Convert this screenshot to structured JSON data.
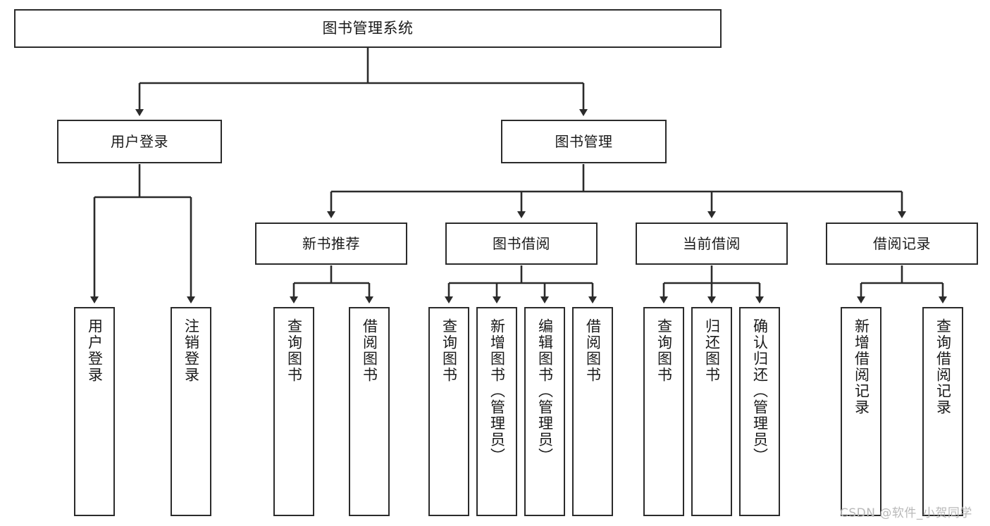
{
  "diagram": {
    "title": "图书管理系统",
    "type": "tree",
    "watermark": "CSDN @软件_小贺同学",
    "colors": {
      "box_border": "#2b2b2b",
      "box_fill": "#ffffff",
      "connector": "#2b2b2b",
      "text": "#1a1a1a",
      "watermark": "#b9b9b9",
      "background": "#ffffff"
    },
    "nodes": {
      "root": {
        "label": "图书管理系统"
      },
      "level2": [
        {
          "id": "user-login",
          "label": "用户登录"
        },
        {
          "id": "book-manage",
          "label": "图书管理"
        }
      ],
      "level3": [
        {
          "id": "new-book-recommend",
          "label": "新书推荐"
        },
        {
          "id": "book-borrow",
          "label": "图书借阅"
        },
        {
          "id": "current-borrow",
          "label": "当前借阅"
        },
        {
          "id": "borrow-record",
          "label": "借阅记录"
        }
      ],
      "leaves": {
        "user_login": [
          {
            "id": "leaf-user-login",
            "label": "用户登录"
          },
          {
            "id": "leaf-logout",
            "label": "注销登录"
          }
        ],
        "new_book_recommend": [
          {
            "id": "leaf-query-book-1",
            "label": "查询图书"
          },
          {
            "id": "leaf-borrow-book-1",
            "label": "借阅图书"
          }
        ],
        "book_borrow": [
          {
            "id": "leaf-query-book-2",
            "label": "查询图书"
          },
          {
            "id": "leaf-add-book",
            "label": "新增图书（管理员）"
          },
          {
            "id": "leaf-edit-book",
            "label": "编辑图书（管理员）"
          },
          {
            "id": "leaf-borrow-book-2",
            "label": "借阅图书"
          }
        ],
        "current_borrow": [
          {
            "id": "leaf-query-book-3",
            "label": "查询图书"
          },
          {
            "id": "leaf-return-book",
            "label": "归还图书"
          },
          {
            "id": "leaf-confirm-return",
            "label": "确认归还（管理员）"
          }
        ],
        "borrow_record": [
          {
            "id": "leaf-add-record",
            "label": "新增借阅记录"
          },
          {
            "id": "leaf-query-record",
            "label": "查询借阅记录"
          }
        ]
      }
    }
  }
}
